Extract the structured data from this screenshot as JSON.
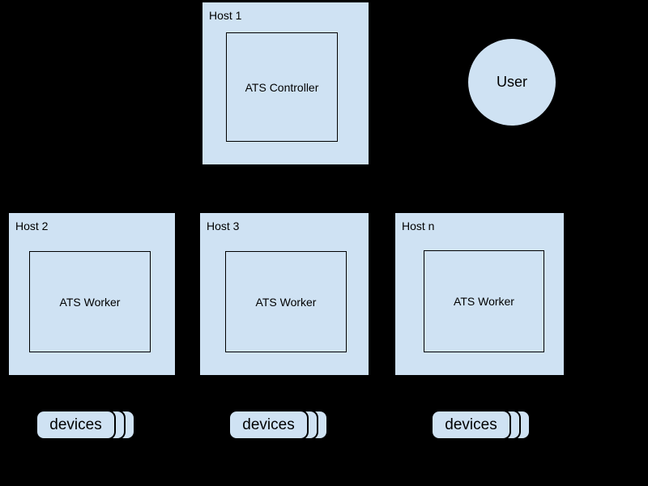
{
  "diagram": {
    "colors": {
      "background": "#000000",
      "node_fill": "#cfe2f3",
      "border": "#000000",
      "text": "#000000"
    },
    "controller_host": {
      "label": "Host 1",
      "component": "ATS Controller"
    },
    "user": {
      "label": "User"
    },
    "worker_hosts": [
      {
        "label": "Host 2",
        "component": "ATS Worker",
        "devices_label": "devices"
      },
      {
        "label": "Host 3",
        "component": "ATS Worker",
        "devices_label": "devices"
      },
      {
        "label": "Host n",
        "component": "ATS Worker",
        "devices_label": "devices"
      }
    ]
  }
}
